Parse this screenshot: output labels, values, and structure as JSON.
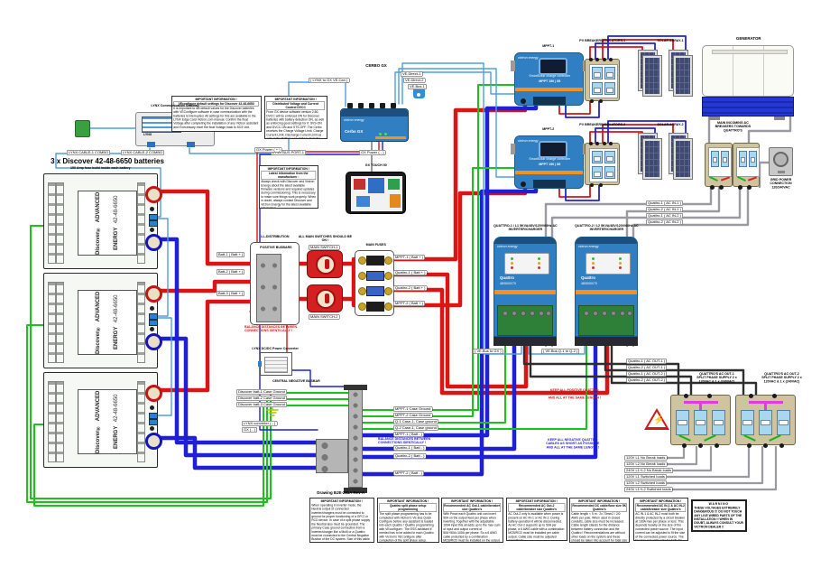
{
  "title_block": {
    "title": "3 x Discover 42-48-6650 batteries",
    "subtitle": "150 Amp fuse build inside each battery",
    "drawing_ref": "Drawing BJE-281A Rev-A"
  },
  "gateway": {
    "label": "LYNX Communication Gateway",
    "screen_text": "LYNX"
  },
  "battery": {
    "brand": "Discover®",
    "line": "ADVANCED ENERGY",
    "model": "42-48-6650"
  },
  "cerbo": {
    "title": "CERBO GX",
    "name": "Cerbo GX",
    "brand": "victron energy"
  },
  "gx_touch": {
    "title": "GX TOUCH 50"
  },
  "mppt": {
    "label1": "MPPT-1",
    "label2": "MPPT-2",
    "brand": "victron energy",
    "model1": "SmartSolar charge controller",
    "model2": "MPPT 150 | 85"
  },
  "pv_breakers": {
    "label1": "PV BREAKERS/ISOLATORS-1",
    "label2": "PV BREAKERS/ISOLATORS-2"
  },
  "solar": {
    "label1": "SOLAR ARRAY-1",
    "label2": "SOLAR ARRAY-2"
  },
  "generator": {
    "label": "GENERATOR"
  },
  "ac_breakers": {
    "label": "MAIN INCOMING AC BREAKERS TOWARDS QUATTRO'S"
  },
  "grid": {
    "label": "GRID POWER CONNECTION 120/240VAC"
  },
  "quattro": {
    "label1": "QUATTRO-1 / L1 5KVA/48V/120V/60Hz AC INVERTER/CHARGER",
    "label2": "QUATTRO-2 / L2 5KVA/48V/120V/60Hz AC INVERTER/CHARGER",
    "name": "Quattro",
    "model": "48/5000/70",
    "brand": "victron energy"
  },
  "distribution": {
    "label": "LL-DISTRIBUTION",
    "busbar": "POSITIVE BUSBARS",
    "switch_note": "ALL MAIN SWITCHES SHOULD BE ON !",
    "fuses": "MAIN FUSES"
  },
  "negative_busbar": {
    "label": "CENTRAL NEGATIVE BUSBAR"
  },
  "dcdc": {
    "label": "LYNX DC/DC Power Converter"
  },
  "notes": {
    "balance_pos": "BALANCE DISTANCES BETWEEN CONNECTIONS IDENTICALLY !",
    "balance_neg": "BALANCE DISTANCES BETWEEN CONNECTIONS IDENTICALLY !",
    "keep_pos": "KEEP ALL POSITIVE QUATTRO CABLES AS SHORT AS POSSIBLE AND ALL AT THE SAME LENGTH !",
    "keep_neg": "KEEP ALL NEGATIVE QUATTRO CABLES AS SHORT AS POSSIBLE AND ALL AT THE SAME LENGTH !"
  },
  "ac_out": {
    "label1": "QUATTRO'S AC OUT-1 SPLIT PHASE SUPPLY 2 x 120VAC & 1 x (240VAC)",
    "label2": "QUATTRO'S AC OUT-2 SPLIT PHASE SUPPLY 2 x 120VAC & 1 x (240VAC)"
  },
  "wire_labels": {
    "comm": [
      "LYNX CABLE-1 COMBO",
      "LYNX CABLE-2 COMBO",
      "LYNX BUS PORT-1",
      "( LYNX to GX VE.Can )"
    ],
    "cerbo_ports": [
      "VE.Direct-1",
      "VE.Direct-2",
      "VE.Bus-1"
    ],
    "gx_power": [
      "GX Power ( + )",
      "GX Power ( - )"
    ],
    "batt_pos": [
      "Batt-1 ( Batt + )",
      "Batt-2 ( Batt + )",
      "Batt-3 ( Batt + )"
    ],
    "switches": [
      "MAIN SWITCH-1",
      "MAIN SWITCH-2"
    ],
    "fuse_out": [
      "MPPT-1 ( Batt + )",
      "Quattro-1 ( Batt + )",
      "Quattro-2 ( Batt + )",
      "MPPT-2 ( Batt + )"
    ],
    "ground_in": [
      "Discover batt-1 Case Ground",
      "Discover batt-2 Case Ground",
      "Discover batt-3 Case Ground"
    ],
    "dc_small": [
      "LYNX converter ( - )",
      "GX ( - )"
    ],
    "ground_out": [
      "MPPT-1 Case Ground",
      "MPPT-2 Case Ground",
      "Q-1 Case-1, Case ground",
      "Q-2 Case-1, Case ground"
    ],
    "neg_out": [
      "MPPT-1 ( Batt - )",
      "Quattro-1 ( Batt - )",
      "Quattro-2 ( Batt - )",
      "MPPT-2 ( Batt - )"
    ],
    "vebus": [
      "( VE.Bus to GX )",
      "( VE.Bus Q-1 to Q-2 )"
    ],
    "ac_in": [
      "Quattro-1 ( AC IN-1 )",
      "Quattro-2 ( AC IN-1 )",
      "Quattro-1 ( AC IN-2 )",
      "Quattro-2 ( AC IN-2 )"
    ],
    "ac_out_runs": [
      "Quattro-1 ( AC OUT-1 )",
      "Quattro-2 ( AC OUT-1 )",
      "Quattro-1 ( AC OUT-2 )",
      "Quattro-2 ( AC OUT-2 )"
    ],
    "loads": [
      "120V L1 No Break loads",
      "120V L2 No Break loads",
      "240V L1+L2 No Break loads",
      "120V L1 Switched loads",
      "120V L2 Switched loads",
      "240V L1+L2 Switched loads"
    ]
  },
  "info_boxes": [
    {
      "title": "IMPORTANT INFORMATION !",
      "heading": "VEconfigure default settings for Discover 42-48-6650",
      "body": "It is important to set default values for the Discover batteries with VEConfigure software in case communication with the batteries is interrupted. All settings for this are available in the LYNX Edge Card Victron.com manual. Confirm the float Voltage after completing the installation of any Victron assistant and if necessary reset the float Voltage back to 53.5 Volt."
    },
    {
      "title": "IMPORTANT INFORMATION !",
      "heading": "Distributed Voltage and Current Control DVCC",
      "body": "From GX device software version 2.60, DVCC will be enforced ON for Discover batteries with battery detection ON, as well as enforcing good settings for it: SVS-ON and DVCC-ON and STS-OFF. The Cerbo receives the Charge Voltage Limit, Charge Current Limit, Discharge Current Limit as well as the Battery Low Voltage from the battery towards the connected inverter/chargers and solar chargers. These then disable their internal charge algorithms and simply do what they're told by the batteries."
    },
    {
      "title": "IMPORTANT INFORMATION !",
      "heading": "Latest information from the manufacturer :",
      "body": "Always check with Discover and Victron Energy about the latest available firmware versions and required updates during commissioning. This is necessary to make sure things work properly. When in doubt, always contact Discover and Victron Energy for the latest available information."
    },
    {
      "title": "IMPORTANT INFORMATION !",
      "heading": "",
      "body": "When operating in inverter mode, the Neutral output of connected inverter/chargers must be connected to ground for proper functioning of a GFCI or RCD device. In case of a split phase supply the Neutral also must be grounded. The primary Case ground connection from a inverter/charger like a Multi or a Quattro must be connected to the Central Negative Busbar of the DC system. Size of this cable must be identical to connected DC negative."
    },
    {
      "title": "IMPORTANT INFORMATION !",
      "heading": "Quattro split phase setup programming",
      "body": "The split phase programming has to be completed with Victron's VE.Bus Quick Configure before any assistant is loaded into each Quattro ! Quattro programming with VEconfigure : The ESS assistant if needed has to be added to each Quattro with Victron's VEConfigure after completion of the split phase setup."
    },
    {
      "title": "IMPORTANT INFORMATION !",
      "heading": "Recommended AC Out-1 cable/breaker size Quattro's",
      "body": "With Pmax each Quattro unit can invert 50A on the output feed per phase when inverting. Together with the adjustable 100A input this all adds up to the max sum of input and output current of 50A+50A=100A per phase. So a 6 AWG cable protected by a combination MCB/RCD must be installed on the output. Cable size must be adjusted accordingly."
    },
    {
      "title": "IMPORTANT INFORMATION !",
      "heading": "Recommended AC Out-2 cable/breaker size Quattro's",
      "body": "AC Out-2 only is available when power is present on AC IN-1 or AC IN-2. During battery operation it will be disconnected. As AC Out-2 supports up to 50A per phase, a 6 AWG cable with a combination MCB/RCD must be installed per cable output. Cable size must be adjusted accordingly."
    },
    {
      "title": "IMPORTANT INFORMATION !",
      "heading": "Recommended DC cable/fuse size 5K Quattro's",
      "body": "Cable length < 5 m : 2x 70mm2 / 2/0 AWG per pole. When used in closed conduits, cable size must be increased. Cable length stands for the distance between battery connection and the Quattro ! Recommendations are without other loads on the system and these should be taken into account for total size battery main fuse & main switch cables ! Fuse size should be 300A per Quattro."
    },
    {
      "title": "IMPORTANT INFORMATION !",
      "heading": "Recommended AC IN-1 & AC IN-2 cable/breaker size Quattro's",
      "body": "AC IN-1 & AC IN-2 must both be directly protected by a circuit breaker at 100A max per phase or less. This depends heavily on the size of the connected power source. The input current can be adjusted to fit the size of the connected power source. The breaker and cable size for both AC IN-1 & AC IN-2 should be adjusted accordingly."
    }
  ],
  "warning_box": {
    "title": "WARNING",
    "body": "THESE VOLTAGES EXTREMELY DANGEROUS !!! DO NOT TOUCH ANY LIVE WIRED PARTS OF THE INSTALLATION !! WHEN IN DOUBT, ALWAYS CONSULT YOUR VICTRON DEALER !!"
  },
  "colors": {
    "victron_blue": "#2f7fc2",
    "victron_orange": "#f6911e",
    "positive": "#db1414",
    "negative": "#1f1fd6",
    "ground": "#17c417",
    "comm": "#4f9de0",
    "ac_gray": "#9a9aa0",
    "ac_black": "#2e2e2e",
    "enclosure_beige": "#cfc49f",
    "warning_red": "#d01818"
  }
}
